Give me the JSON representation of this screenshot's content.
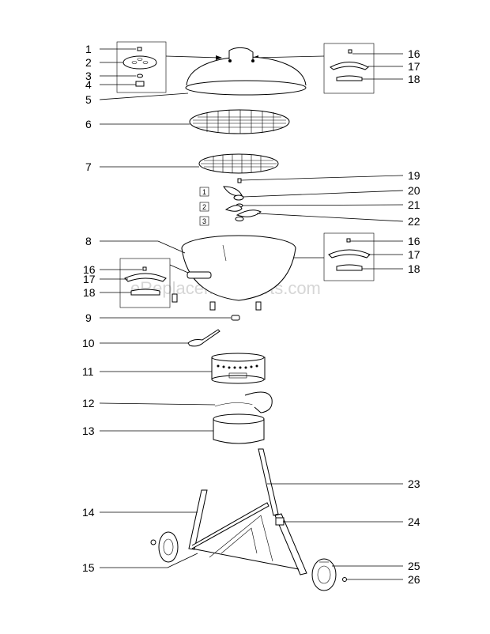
{
  "watermark": "eReplacementParts.com",
  "callouts": {
    "c1": "1",
    "c2": "2",
    "c3": "3",
    "c4": "4",
    "c5": "5",
    "c6": "6",
    "c7": "7",
    "c8": "8",
    "c9": "9",
    "c10": "10",
    "c11": "11",
    "c12": "12",
    "c13": "13",
    "c14": "14",
    "c15": "15",
    "c16a": "16",
    "c17a": "17",
    "c18a": "18",
    "c16b": "16",
    "c17b": "17",
    "c18b": "18",
    "c16c": "16",
    "c17c": "17",
    "c18c": "18",
    "c19": "19",
    "c20": "20",
    "c21": "21",
    "c22": "22",
    "c23": "23",
    "c24": "24",
    "c25": "25",
    "c26": "26"
  },
  "step_boxes": {
    "s1": "1",
    "s2": "2",
    "s3": "3"
  }
}
